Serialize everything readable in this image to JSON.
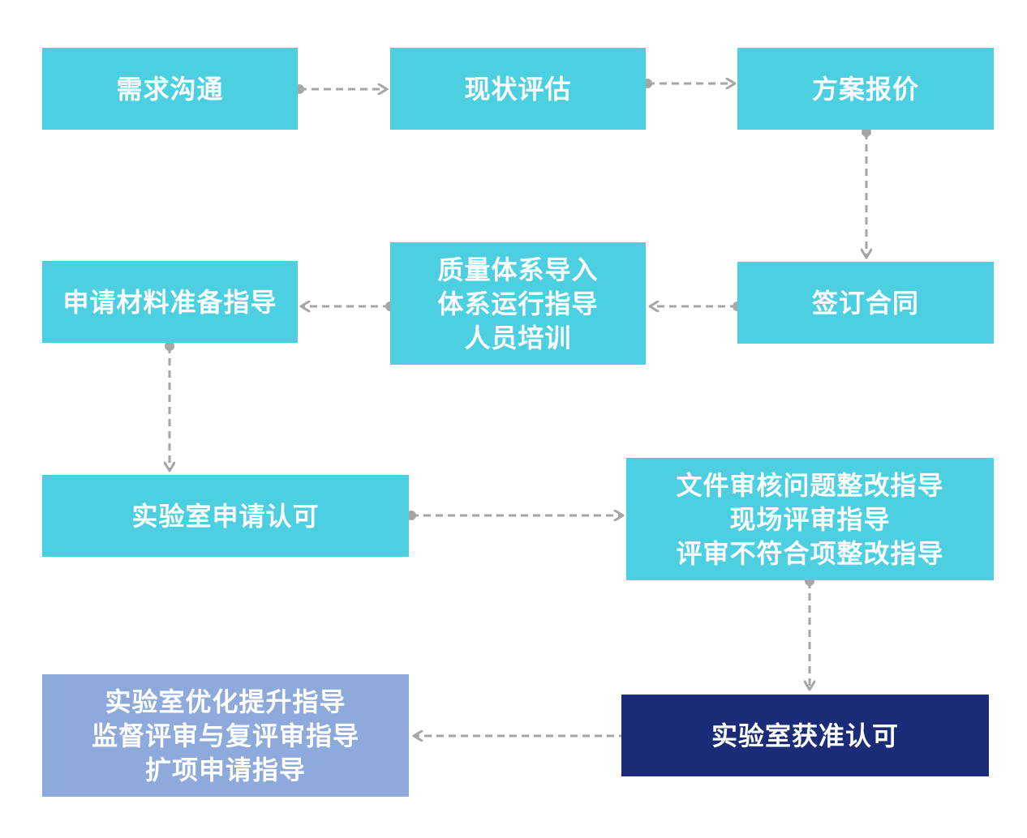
{
  "colors": {
    "step": "#4cd0e1",
    "final": "#1a2b77",
    "after": "#8ea9db",
    "connector": "#a6a6a6"
  },
  "nodes": {
    "n1": {
      "lines": [
        "需求沟通"
      ]
    },
    "n2": {
      "lines": [
        "现状评估"
      ]
    },
    "n3": {
      "lines": [
        "方案报价"
      ]
    },
    "n4": {
      "lines": [
        "签订合同"
      ]
    },
    "n5": {
      "lines": [
        "质量体系导入",
        "体系运行指导",
        "人员培训"
      ]
    },
    "n6": {
      "lines": [
        "申请材料准备指导"
      ]
    },
    "n7": {
      "lines": [
        "实验室申请认可"
      ]
    },
    "n8": {
      "lines": [
        "文件审核问题整改指导",
        "现场评审指导",
        "评审不符合项整改指导"
      ]
    },
    "n9": {
      "lines": [
        "实验室获准认可"
      ]
    },
    "n10": {
      "lines": [
        "实验室优化提升指导",
        "监督评审与复评审指导",
        "扩项申请指导"
      ]
    }
  }
}
